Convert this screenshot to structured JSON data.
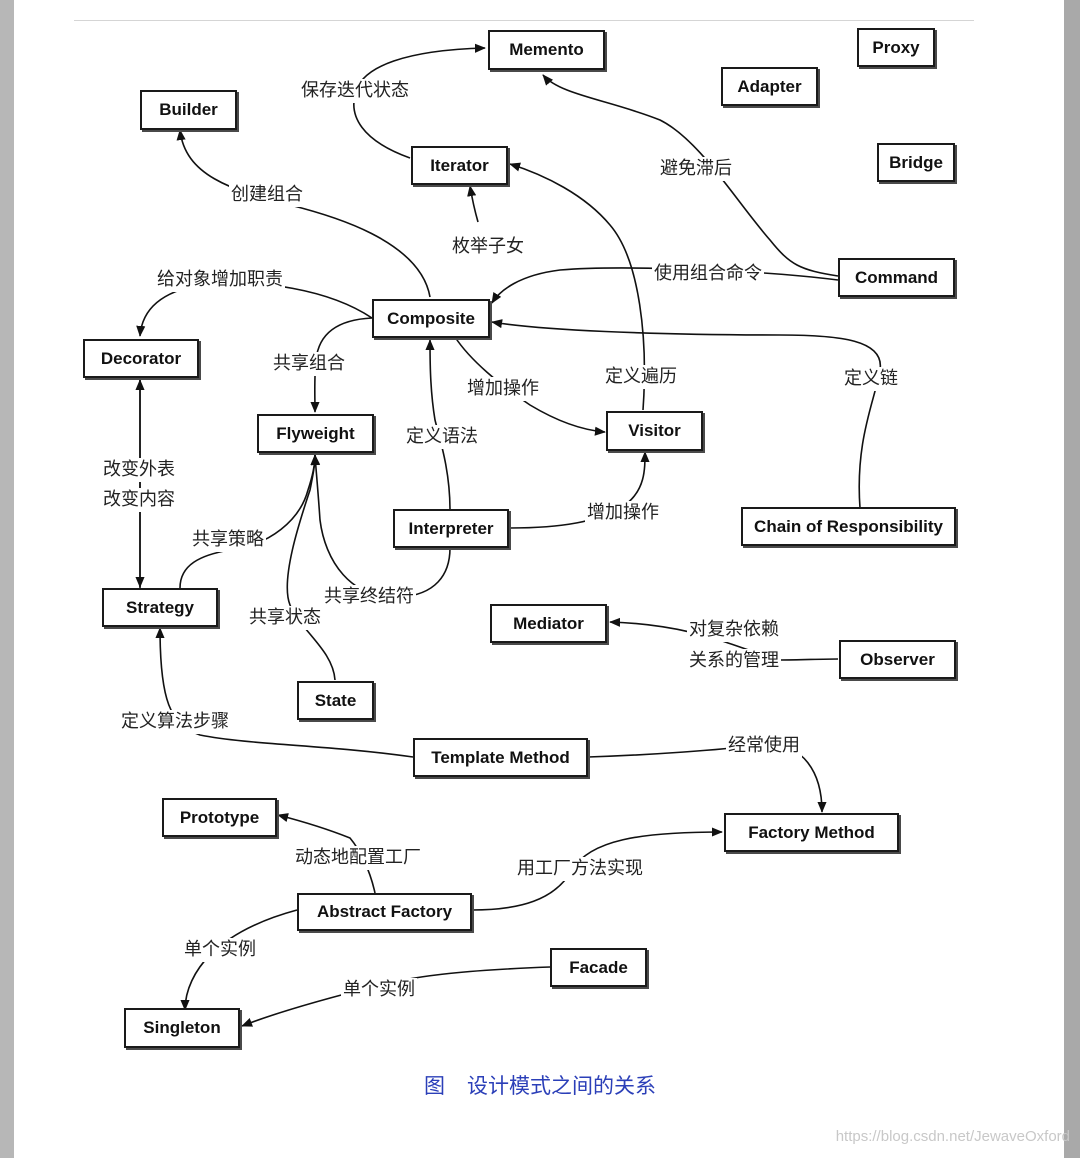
{
  "diagram": {
    "nodes": {
      "memento": "Memento",
      "proxy": "Proxy",
      "builder": "Builder",
      "adapter": "Adapter",
      "iterator": "Iterator",
      "bridge": "Bridge",
      "command": "Command",
      "composite": "Composite",
      "decorator": "Decorator",
      "flyweight": "Flyweight",
      "visitor": "Visitor",
      "interpreter": "Interpreter",
      "chain_of_responsibility": "Chain of Responsibility",
      "strategy": "Strategy",
      "mediator": "Mediator",
      "observer": "Observer",
      "state": "State",
      "template_method": "Template Method",
      "prototype": "Prototype",
      "factory_method": "Factory Method",
      "abstract_factory": "Abstract Factory",
      "facade": "Facade",
      "singleton": "Singleton"
    },
    "labels": {
      "save_iteration_state": "保存迭代状态",
      "avoid_lag": "避免滞后",
      "create_composite": "创建组合",
      "enumerate_children": "枚举子女",
      "add_responsibility": "给对象增加职责",
      "use_composite_command": "使用组合命令",
      "share_composite": "共享组合",
      "add_operation_1": "增加操作",
      "define_traversal": "定义遍历",
      "define_chain": "定义链",
      "change_skin": "改变外表",
      "change_guts": "改变内容",
      "define_grammar": "定义语法",
      "add_operation_2": "增加操作",
      "share_strategy": "共享策略",
      "share_terminal": "共享终结符",
      "share_state": "共享状态",
      "manage_dependencies_1": "对复杂依赖",
      "manage_dependencies_2": "关系的管理",
      "define_algorithm_steps": "定义算法步骤",
      "often_uses": "经常使用",
      "dynamic_configure_factory": "动态地配置工厂",
      "implement_with_factory_method": "用工厂方法实现",
      "single_instance_1": "单个实例",
      "single_instance_2": "单个实例"
    },
    "caption_fig": "图",
    "caption_title": "设计模式之间的关系"
  },
  "watermark": "https://blog.csdn.net/JewaveOxford"
}
